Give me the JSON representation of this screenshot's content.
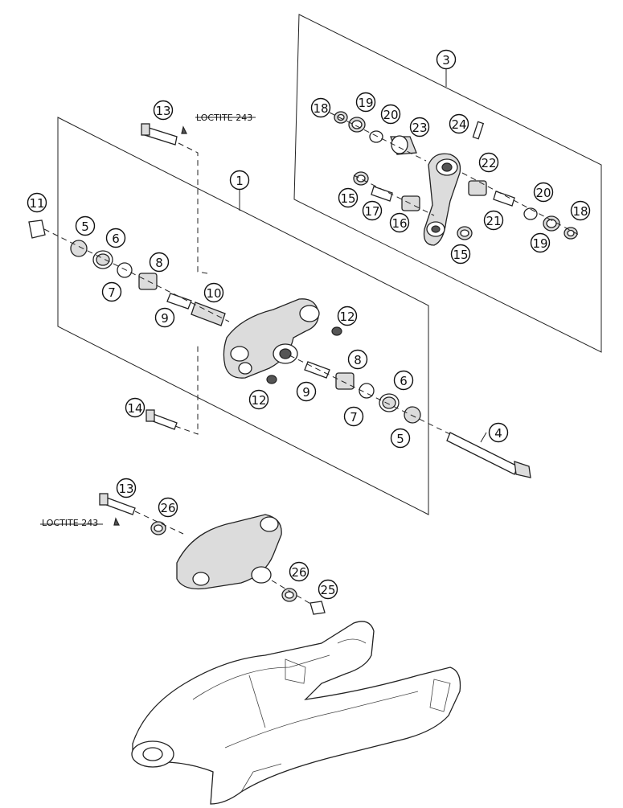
{
  "callouts": [
    {
      "id": "c1",
      "text": "1"
    },
    {
      "id": "c3",
      "text": "3"
    },
    {
      "id": "c4",
      "text": "4"
    },
    {
      "id": "c5a",
      "text": "5"
    },
    {
      "id": "c5b",
      "text": "5"
    },
    {
      "id": "c6a",
      "text": "6"
    },
    {
      "id": "c6b",
      "text": "6"
    },
    {
      "id": "c7a",
      "text": "7"
    },
    {
      "id": "c7b",
      "text": "7"
    },
    {
      "id": "c8a",
      "text": "8"
    },
    {
      "id": "c8b",
      "text": "8"
    },
    {
      "id": "c9a",
      "text": "9"
    },
    {
      "id": "c9b",
      "text": "9"
    },
    {
      "id": "c10",
      "text": "10"
    },
    {
      "id": "c11",
      "text": "11"
    },
    {
      "id": "c12a",
      "text": "12"
    },
    {
      "id": "c12b",
      "text": "12"
    },
    {
      "id": "c13a",
      "text": "13"
    },
    {
      "id": "c13b",
      "text": "13"
    },
    {
      "id": "c14",
      "text": "14"
    },
    {
      "id": "c15a",
      "text": "15"
    },
    {
      "id": "c15b",
      "text": "15"
    },
    {
      "id": "c16",
      "text": "16"
    },
    {
      "id": "c17",
      "text": "17"
    },
    {
      "id": "c18a",
      "text": "18"
    },
    {
      "id": "c18b",
      "text": "18"
    },
    {
      "id": "c19a",
      "text": "19"
    },
    {
      "id": "c19b",
      "text": "19"
    },
    {
      "id": "c20a",
      "text": "20"
    },
    {
      "id": "c20b",
      "text": "20"
    },
    {
      "id": "c21",
      "text": "21"
    },
    {
      "id": "c22",
      "text": "22"
    },
    {
      "id": "c23",
      "text": "23"
    },
    {
      "id": "c24",
      "text": "24"
    },
    {
      "id": "c25",
      "text": "25"
    },
    {
      "id": "c26a",
      "text": "26"
    },
    {
      "id": "c26b",
      "text": "26"
    }
  ],
  "notes": {
    "loctite_top": "LOCTITE 243",
    "loctite_bottom": "LOCTITE 243"
  },
  "colors": {
    "line": "#222222",
    "background": "#ffffff"
  }
}
